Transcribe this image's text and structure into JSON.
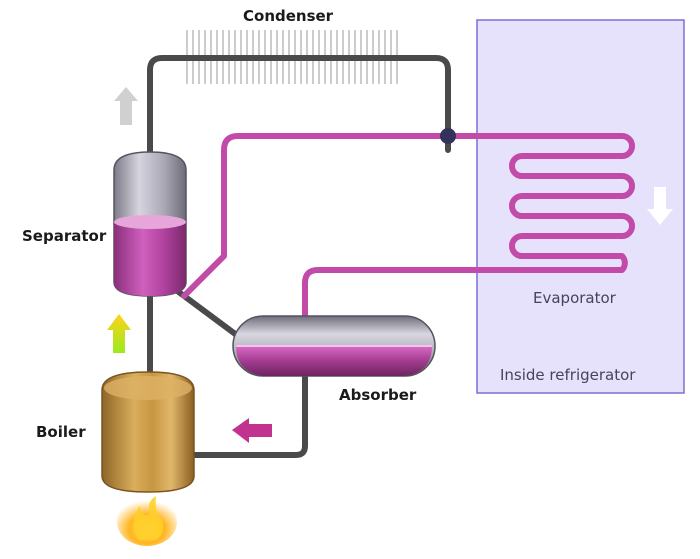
{
  "labels": {
    "condenser": "Condenser",
    "separator": "Separator",
    "boiler": "Boiler",
    "absorber": "Absorber",
    "evaporator": "Evaporator",
    "inside_refrigerator": "Inside refrigerator"
  },
  "colors": {
    "pipe_dark": "#4a4a4a",
    "pipe_magenta": "#c24aa8",
    "liquid_magenta": "#b93f9c",
    "refrigerator_fill": "#e6e2fb",
    "refrigerator_border": "#7b6fd6",
    "arrow_gray": "#d0d0d0",
    "arrow_magenta": "#c2338f",
    "boiler_gold": "#c99a40",
    "valve_blue": "#33335a"
  },
  "icons": [
    "arrow-up-icon",
    "arrow-down-icon",
    "arrow-left-icon",
    "flame-icon"
  ]
}
